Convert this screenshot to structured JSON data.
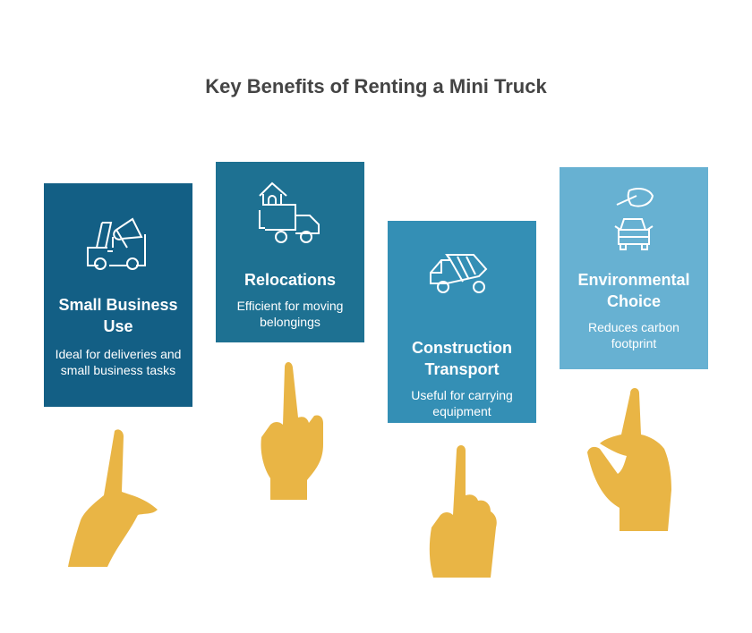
{
  "title": "Key Benefits of Renting a Mini Truck",
  "cards": [
    {
      "heading": "Small Business Use",
      "description": "Ideal for deliveries and small business tasks",
      "color": "#135f85",
      "icon": "truck-megaphone-icon"
    },
    {
      "heading": "Relocations",
      "description": "Efficient for moving belongings",
      "color": "#1e7192",
      "icon": "house-truck-icon"
    },
    {
      "heading": "Construction Transport",
      "description": "Useful for carrying equipment",
      "color": "#348fb5",
      "icon": "dump-truck-icon"
    },
    {
      "heading": "Environmental Choice",
      "description": "Reduces carbon footprint",
      "color": "#67b1d2",
      "icon": "leaf-car-icon"
    }
  ],
  "hand_color": "#e9b545"
}
